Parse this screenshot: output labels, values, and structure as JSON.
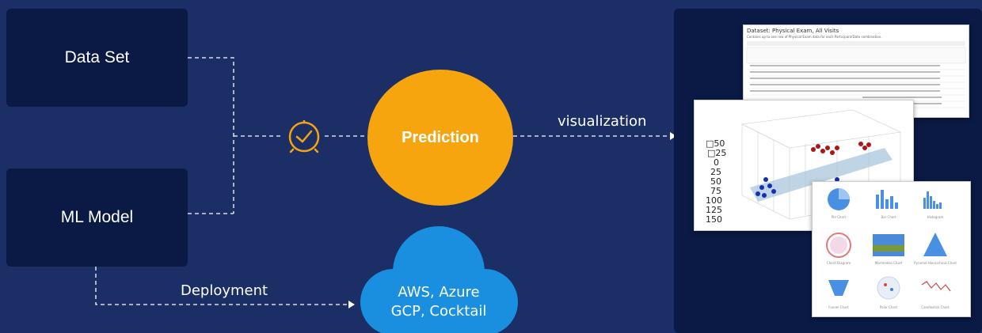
{
  "nodes": {
    "data_set": "Data Set",
    "ml_model": "ML Model",
    "prediction": "Prediction",
    "cloud_line1": "AWS, Azure",
    "cloud_line2": "GCP, Cocktail"
  },
  "edges": {
    "visualization": "visualization",
    "deployment": "Deployment"
  },
  "table_shot": {
    "title": "Dataset: Physical Exam, All Visits",
    "subtitle": "Contains up to one row of Physical Exam data for each Participant/Date combination."
  },
  "chart_gallery": {
    "labels": [
      "Pie Chart",
      "Bar Chart",
      "Histogram",
      "Chord Diagram",
      "Marimekko Chart",
      "Pyramid Hierarchical Chart",
      "Funnel Chart",
      "Polar Chart",
      "Candlestick Chart"
    ]
  },
  "colors": {
    "background": "#1b2f66",
    "box": "#0a1a45",
    "prediction": "#f6a50f",
    "cloud": "#1a8fe0",
    "clock": "#f6a50f"
  }
}
